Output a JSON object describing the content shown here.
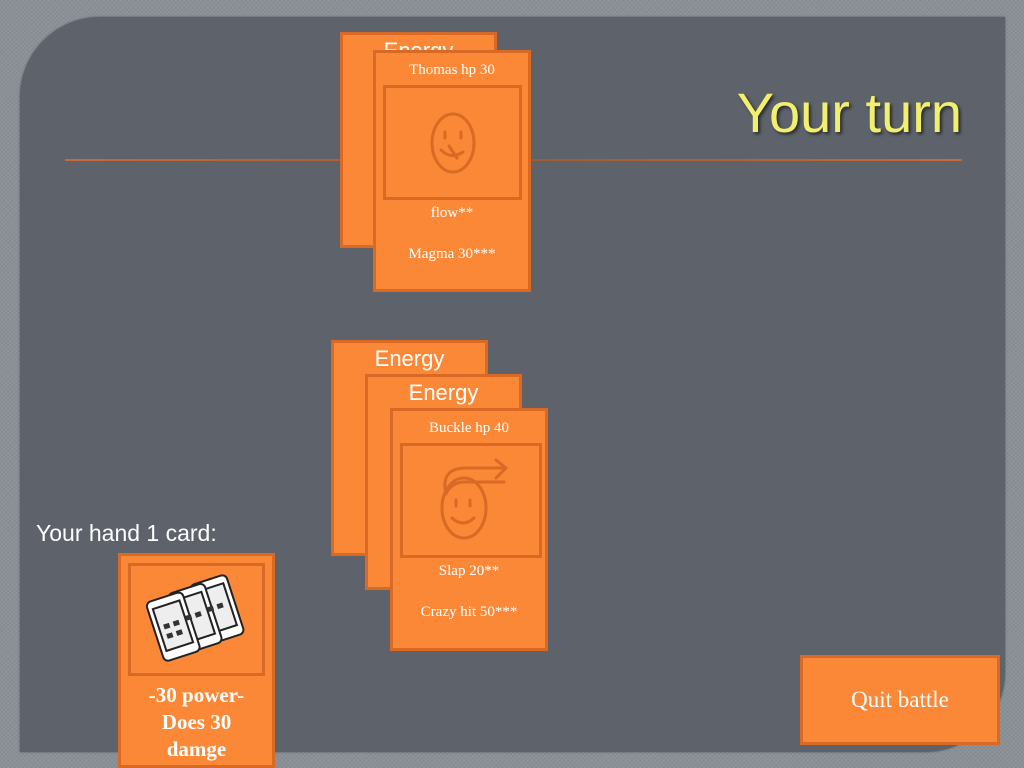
{
  "title": "Your turn",
  "opponent": {
    "energy_back_label": "Energy",
    "active": {
      "name": "Thomas hp 30",
      "attack1": "flow**",
      "attack2": "Magma 30***",
      "art_icon": "face-icon"
    }
  },
  "player": {
    "energy1_label": "Energy",
    "energy2_label": "Energy",
    "active": {
      "name": "Buckle hp 40",
      "attack1": "Slap  20**",
      "attack2": "Crazy hit 50***",
      "art_icon": "face-arrow-icon"
    }
  },
  "hand": {
    "label": "Your hand 1 card:",
    "cards": [
      {
        "line1": "-30 power-",
        "line2": "Does 30",
        "line3": "damge",
        "art_icon": "phones-icon"
      }
    ]
  },
  "quit_label": "Quit battle",
  "colors": {
    "card_fill": "#fb8837",
    "card_border": "#d86a25",
    "title": "#f2ef6e",
    "slide": "#5e636b"
  }
}
